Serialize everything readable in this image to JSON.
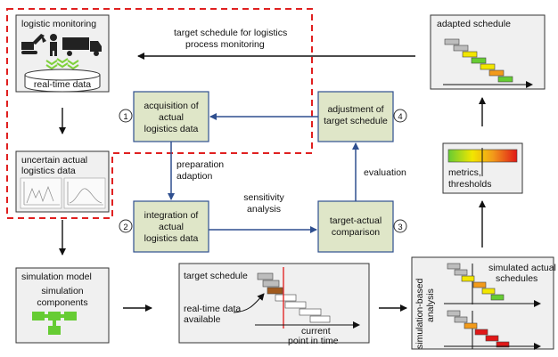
{
  "colors": {
    "box_fill": "#f0f0f0",
    "process_fill": "#dfe6c8",
    "process_stroke": "#2f4f8f",
    "flow_arrow": "#2f4f8f",
    "dashed_outline": "#e02020",
    "green_block": "#66cc33",
    "yellow_block": "#f2e600",
    "orange_block": "#f29a1a",
    "red_block": "#e01818",
    "brown_block": "#a05a1e",
    "gray_block": "#bdbdbd"
  },
  "top_feedback": {
    "line1": "target schedule for logistics",
    "line2": "process monitoring"
  },
  "monitoring": {
    "title": "logistic monitoring",
    "data_label": "real-time data",
    "icons": [
      "excavator-icon",
      "worker-icon",
      "truck-icon",
      "signal-icon"
    ]
  },
  "uncertain": {
    "line1": "uncertain actual",
    "line2": "logistics data"
  },
  "simulation_model": {
    "title": "simulation model",
    "sub1": "simulation",
    "sub2": "components"
  },
  "process": {
    "step1": {
      "num": "1",
      "l1": "acquisition of",
      "l2": "actual",
      "l3": "logistics data"
    },
    "step2": {
      "num": "2",
      "l1": "integration of",
      "l2": "actual",
      "l3": "logistics data"
    },
    "step3": {
      "num": "3",
      "l1": "target-actual",
      "l2": "comparison"
    },
    "step4": {
      "num": "4",
      "l1": "adjustment of",
      "l2": "target schedule"
    }
  },
  "edge_labels": {
    "preparation": "preparation",
    "adaption": "adaption",
    "sensitivity": "sensitivity",
    "analysis": "analysis",
    "evaluation": "evaluation"
  },
  "adapted": {
    "title": "adapted schedule"
  },
  "metrics": {
    "line1": "metrics,",
    "line2": "thresholds"
  },
  "target_panel": {
    "title": "target schedule",
    "rt1": "real-time data",
    "rt2": "available",
    "cur1": "current",
    "cur2": "point in time"
  },
  "sim_analysis": {
    "side1": "simulation-based",
    "side2": "analysis",
    "sim1": "simulated actual",
    "sim2": "schedules"
  }
}
